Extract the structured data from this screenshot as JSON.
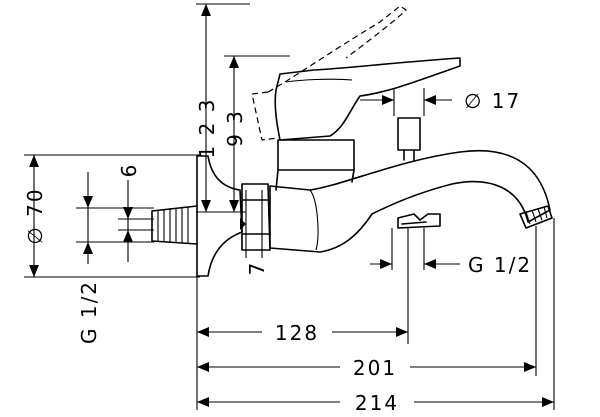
{
  "drawing": {
    "subject": "bath mixer faucet technical drawing",
    "dimensions": {
      "height_total": "1 2 3",
      "height_spout": "9 3",
      "handle_diameter": "∅ 17",
      "flange_diameter": "∅ 70",
      "thread_diameter": "6",
      "nut_width": "7",
      "outlet_thread": "G 1/2",
      "inlet_thread": "G 1/2",
      "length_outlet": "128",
      "length_spout": "201",
      "length_total": "214"
    }
  }
}
